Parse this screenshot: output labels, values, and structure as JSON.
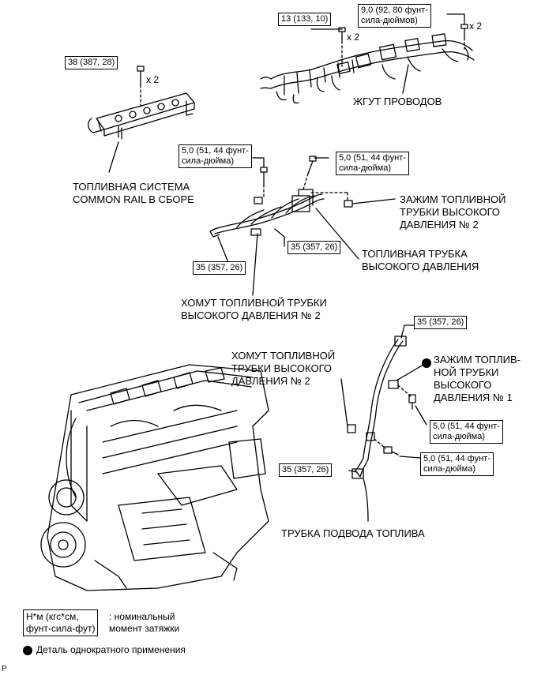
{
  "parts": {
    "wire_harness": "ЖГУТ ПРОВОДОВ",
    "common_rail": "ТОПЛИВНАЯ СИСТЕМА\nCOMMON RAIL В СБОРЕ",
    "hp_pipe_clamp_2_top": "ЗАЖИМ ТОПЛИВНОЙ\nТРУБКИ ВЫСОКОГО\nДАВЛЕНИЯ № 2",
    "hp_pipe": "ТОПЛИВНАЯ ТРУБКА\nВЫСОКОГО ДАВЛЕНИЯ",
    "hp_pipe_collar_2_mid": "ХОМУТ ТОПЛИВНОЙ ТРУБКИ\nВЫСОКОГО ДАВЛЕНИЯ № 2",
    "hp_pipe_collar_2_low": "ХОМУТ ТОПЛИВНОЙ\nТРУБКИ ВЫСОКОГО\nДАВЛЕНИЯ № 2",
    "hp_pipe_clamp_1": "ЗАЖИМ ТОПЛИВ-\nНОЙ ТРУБКИ\nВЫСОКОГО\nДАВЛЕНИЯ № 1",
    "fuel_inlet_pipe": "ТРУБКА ПОДВОДА ТОПЛИВА"
  },
  "torques": {
    "t_harness_left": "13 (133, 10)",
    "t_harness_right": "9,0 (92, 80 фунт-\nсила-дюймов)",
    "t_rail": "38 (387, 28)",
    "t_bracket_left": "5,0 (51, 44 фунт-\nсила-дюйма)",
    "t_bracket_right": "5,0 (51, 44 фунт-\nсила-дюйма)",
    "t_pipe_left": "35 (357, 26)",
    "t_pipe_mid": "35 (357, 26)",
    "t_lower_top": "35 (357, 26)",
    "t_lower_bolt1": "5,0 (51, 44 фунт-\nсила-дюйма)",
    "t_lower_bolt2": "5,0 (51, 44 фунт-\nсила-дюйма)",
    "t_lower_inlet": "35 (357, 26)"
  },
  "quantities": {
    "x2_harness_left": "x 2",
    "x2_harness_right": "x 2",
    "x2_rail": "x 2"
  },
  "legend": {
    "torque_unit": "Н*м (кгс*см,\nфунт-сила-фут)",
    "torque_desc": ": номинальный\nмомент затяжки",
    "non_reusable": "Деталь однократного применения"
  },
  "corner_mark": "P",
  "icons": {
    "non_reusable_marker": "filled-circle",
    "bolt": "bolt-icon"
  },
  "colors": {
    "line": "#000000",
    "background": "#ffffff"
  }
}
